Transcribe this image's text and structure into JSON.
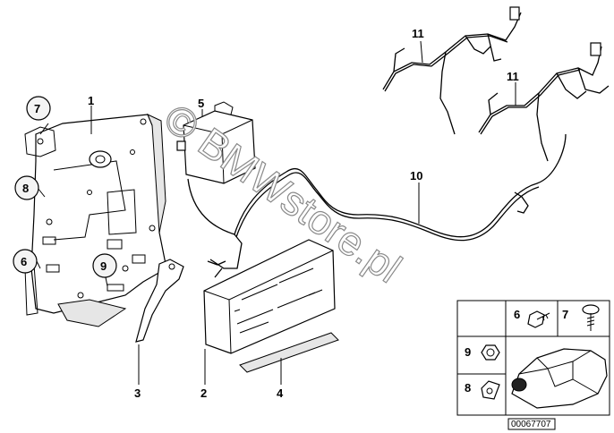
{
  "watermark": "© BMWstore.pl",
  "callouts": {
    "c1": "1",
    "c2": "2",
    "c3": "3",
    "c4": "4",
    "c5": "5",
    "c6": "6",
    "c7": "7",
    "c8": "8",
    "c9": "9",
    "c10": "10",
    "c11a": "11",
    "c11b": "11"
  },
  "legend": {
    "l6": "6",
    "l7": "7",
    "l8": "8",
    "l9": "9"
  },
  "diagram_id": "00067707"
}
